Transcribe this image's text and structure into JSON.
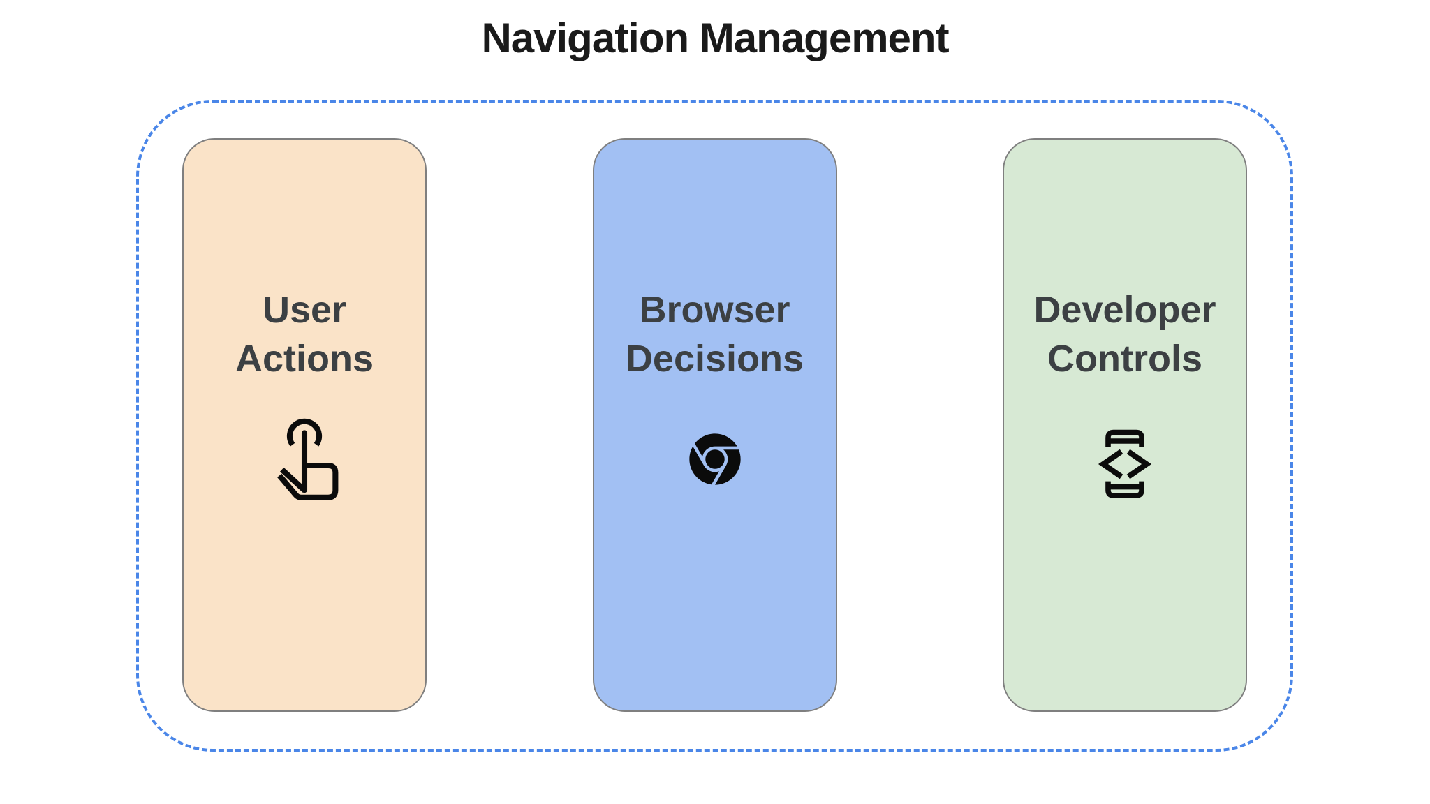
{
  "page": {
    "title": "Navigation Management"
  },
  "colors": {
    "background": "#FFFFFF",
    "boundary_dash": "#4A86E8",
    "title_text": "#1A1A1A",
    "card_label_text": "#3C4043",
    "card_border": "#7F7F7F",
    "icon": "#0B0B0B",
    "card_user_actions_bg": "#FAE3C8",
    "card_browser_decisions_bg": "#A2C0F3",
    "card_developer_controls_bg": "#D7E9D4"
  },
  "cards": [
    {
      "label": "User Actions",
      "icon": "touch-gesture-icon",
      "bg": "#FAE3C8"
    },
    {
      "label": "Browser Decisions",
      "icon": "chrome-browser-icon",
      "bg": "#A2C0F3"
    },
    {
      "label": "Developer Controls",
      "icon": "developer-mode-icon",
      "bg": "#D7E9D4"
    }
  ]
}
